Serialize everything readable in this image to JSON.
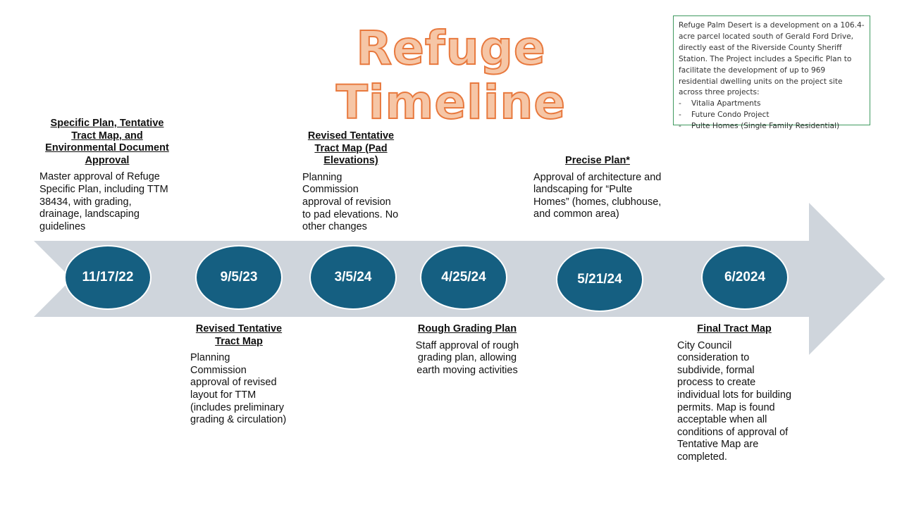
{
  "title": "Refuge Timeline",
  "info": {
    "text": "Refuge Palm Desert is a development on a 106.4-acre parcel located south of Gerald Ford Drive, directly east of the Riverside County Sheriff Station. The Project includes a Specific Plan to facilitate the development of up to 969 residential dwelling units on the project site across three projects:",
    "items": [
      "Vitalia Apartments",
      "Future Condo Project",
      "Pulte Homes (Single Family Residential)"
    ]
  },
  "milestones": [
    {
      "date": "11/17/22",
      "heading": "Specific Plan, Tentative Tract Map, and Environmental Document Approval",
      "description": "Master approval of Refuge Specific Plan, including TTM 38434, with grading, drainage, landscaping guidelines"
    },
    {
      "date": "9/5/23",
      "heading": "Revised Tentative Tract Map",
      "description": "Planning Commission approval of revised layout for TTM (includes preliminary grading & circulation)"
    },
    {
      "date": "3/5/24",
      "heading": "Revised Tentative Tract Map (Pad Elevations)",
      "description": "Planning Commission approval of revision to pad elevations. No other changes"
    },
    {
      "date": "4/25/24",
      "heading": "Rough Grading Plan",
      "description": "Staff approval of rough grading plan, allowing earth moving activities"
    },
    {
      "date": "5/21/24",
      "heading": "Precise Plan*",
      "description": "Approval of architecture and landscaping for “Pulte Homes” (homes, clubhouse, and common area)"
    },
    {
      "date": "6/2024",
      "heading": "Final Tract Map",
      "description": "City Council consideration to subdivide, formal process to create individual lots for building permits. Map is found acceptable when all conditions of approval of Tentative Map are completed."
    }
  ]
}
